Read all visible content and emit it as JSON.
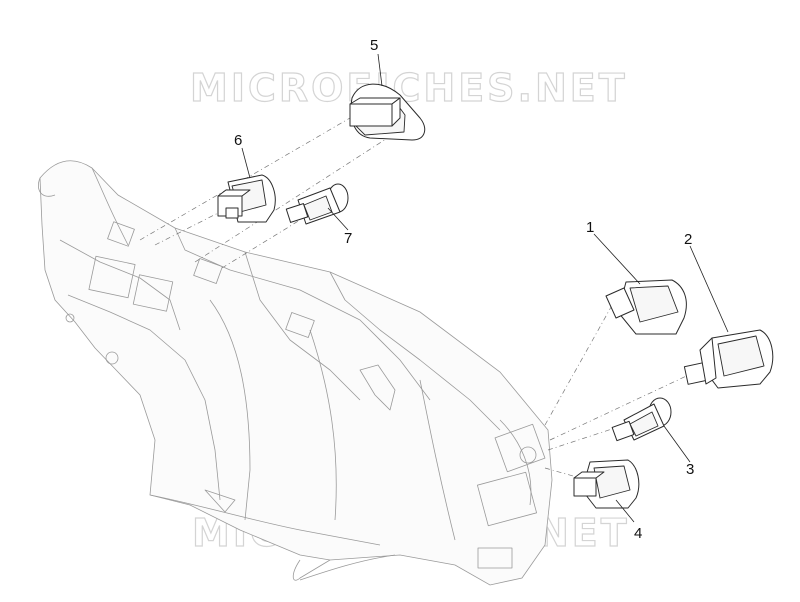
{
  "watermarks": [
    "MICROFICHES.NET",
    "MICROFICHES.NET"
  ],
  "callouts": [
    "1",
    "2",
    "3",
    "4",
    "5",
    "6",
    "7"
  ]
}
